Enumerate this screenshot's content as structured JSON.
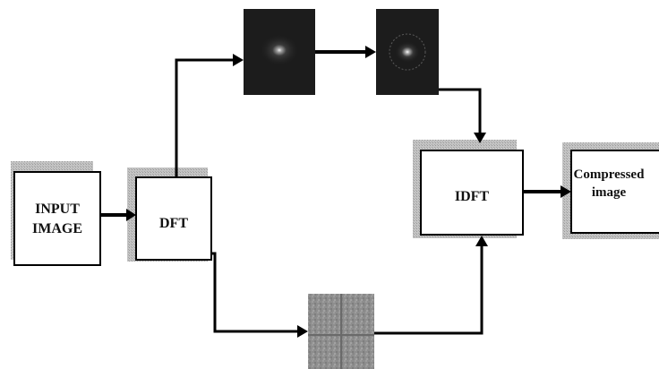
{
  "diagram": {
    "nodes": {
      "input": {
        "line1": "INPUT",
        "line2": "IMAGE"
      },
      "dft": {
        "label": "DFT"
      },
      "idft": {
        "label": "IDFT"
      },
      "output": {
        "line1": "Compressed",
        "line2": "image"
      }
    },
    "thumbnails": [
      {
        "name": "spectrum-image",
        "description_icon": "dark-spectrum-thumbnail"
      },
      {
        "name": "filtered-spectrum-image",
        "description_icon": "dark-ring-spectrum-thumbnail"
      },
      {
        "name": "phase-image",
        "description_icon": "gray-noise-thumbnail"
      }
    ],
    "colors": {
      "box_border": "#000000",
      "shadow": "#b0b0b0",
      "arrow": "#000000",
      "thumb_dark": "#1c1c1c",
      "thumb_gray": "#8e8e8e"
    }
  }
}
